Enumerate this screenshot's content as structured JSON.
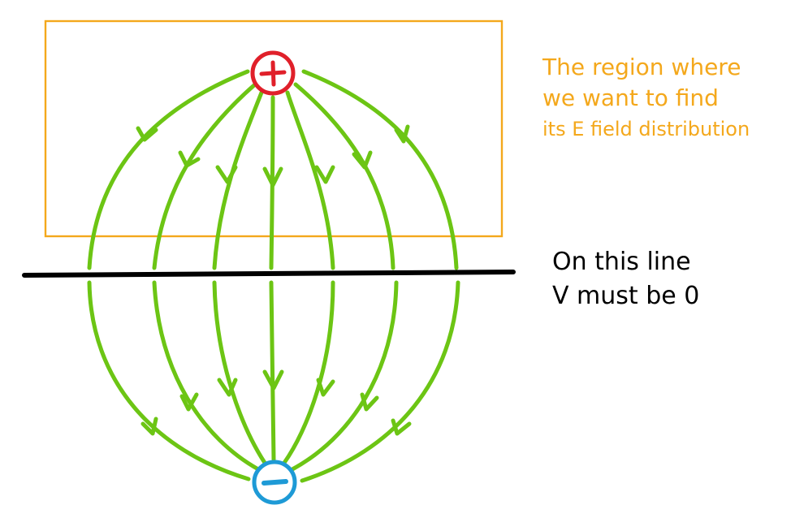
{
  "colors": {
    "field_line": "#6cc514",
    "positive_charge": "#e0202a",
    "negative_charge": "#1e9ad6",
    "region_box": "#f4a81c",
    "zero_potential_line": "#000000",
    "region_text": "#f4a81c",
    "line_text": "#000000"
  },
  "charges": {
    "positive": {
      "symbol": "+",
      "icon": "positive-charge-icon"
    },
    "negative": {
      "symbol": "−",
      "icon": "negative-charge-icon"
    }
  },
  "annotations": {
    "region": {
      "lines": [
        "The region where",
        "we want to find",
        "its E field distribution"
      ]
    },
    "zero_line": {
      "lines": [
        "On this line",
        "V must be 0"
      ]
    }
  }
}
